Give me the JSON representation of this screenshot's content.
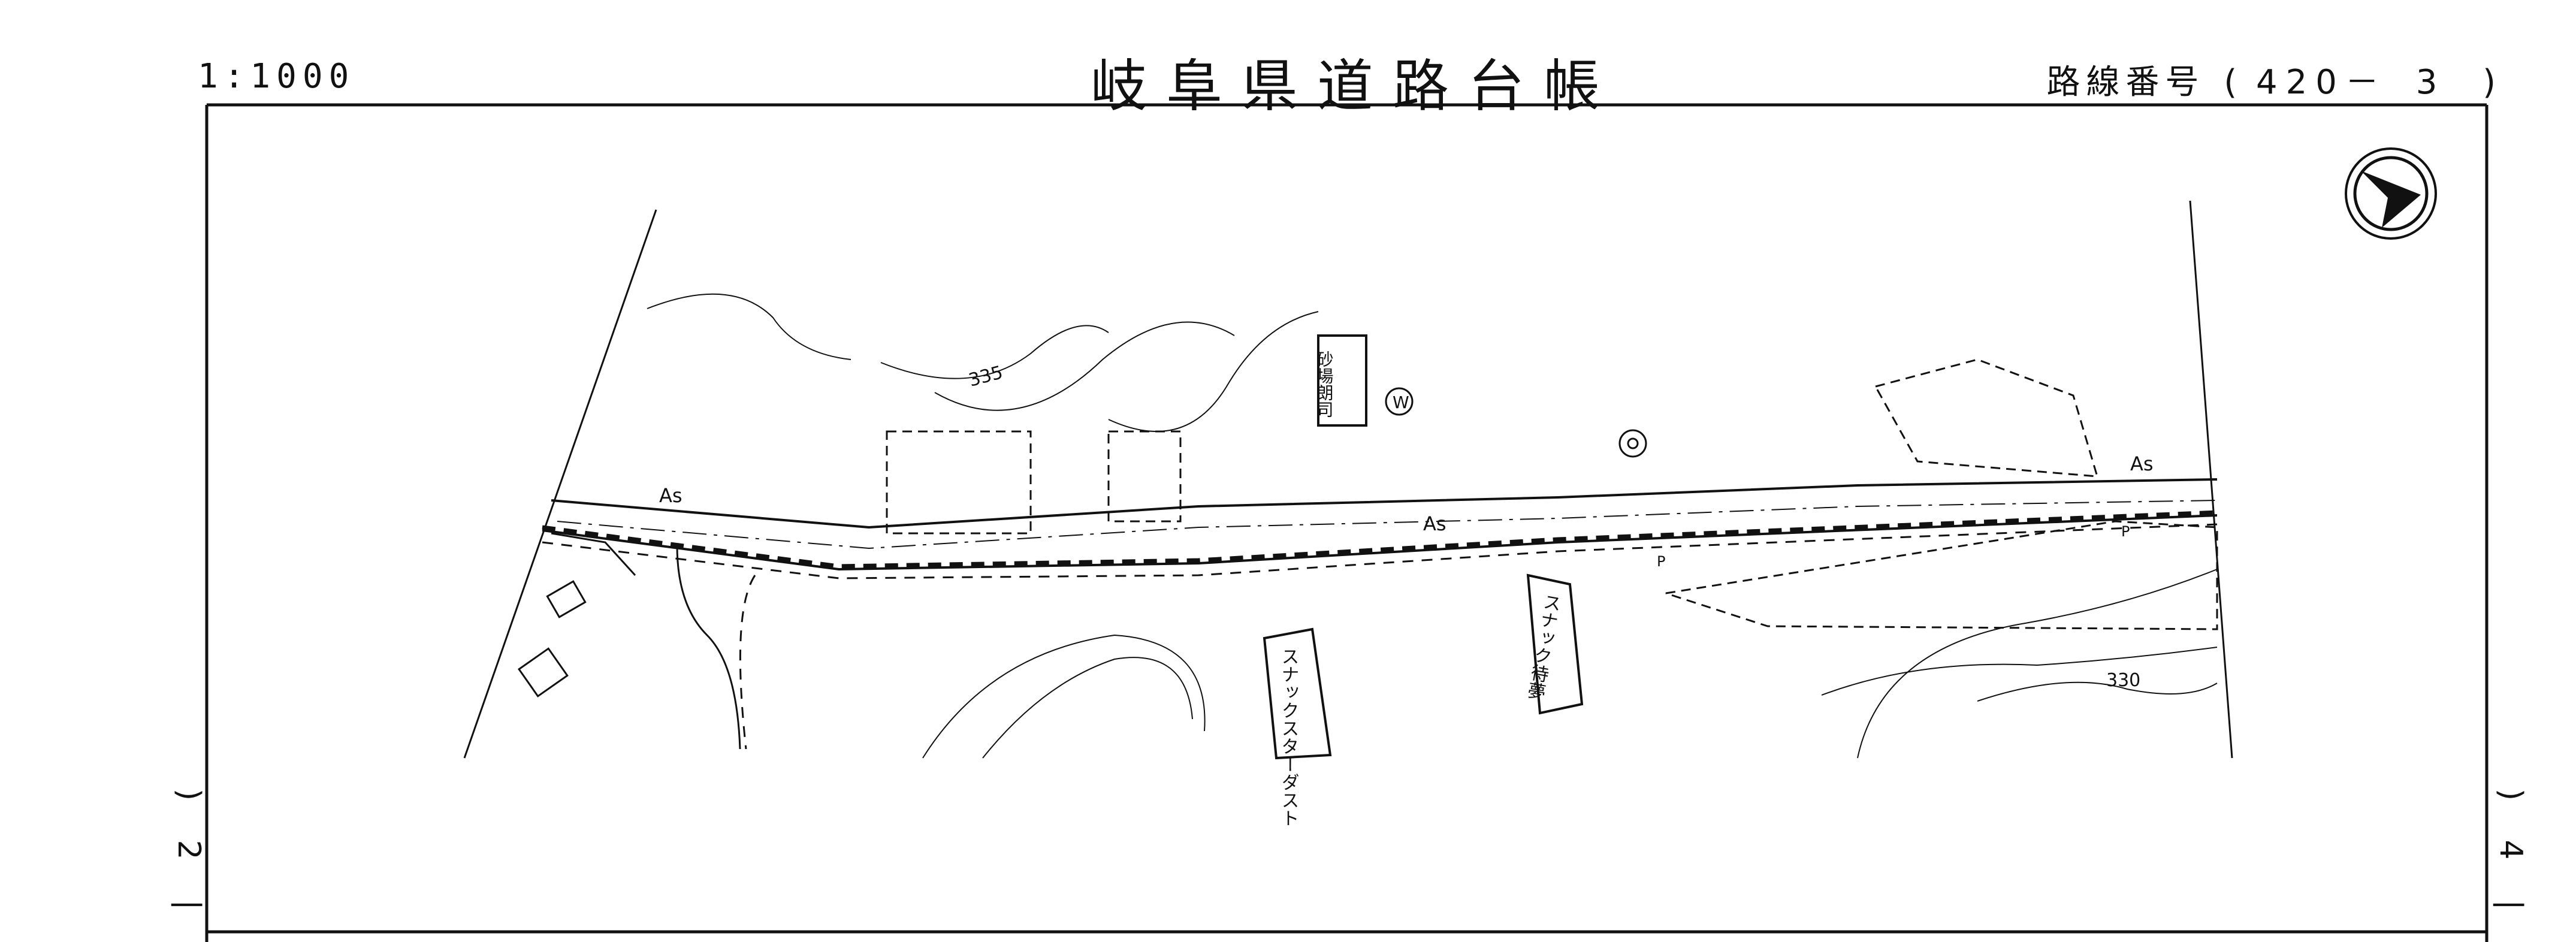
{
  "header": {
    "scale": "1:1000",
    "title": "岐阜県道路台帳",
    "route_label": "路線番号",
    "route_number": "420－",
    "sheet_number": "3"
  },
  "neighbor_sheets": {
    "left": "2",
    "right": "4"
  },
  "map": {
    "contour_labels": [
      "335",
      "330"
    ],
    "pavement_labels": [
      "As",
      "As",
      "As"
    ],
    "buildings": {
      "sunagomi": "砂場朗司",
      "snack_machiyume": "スナック待夢",
      "snack_stardust": "スナックスターダスト"
    },
    "symbols": {
      "well": "W",
      "parking": "P"
    }
  },
  "colors": {
    "ink": "#111111",
    "paper": "#ffffff"
  }
}
